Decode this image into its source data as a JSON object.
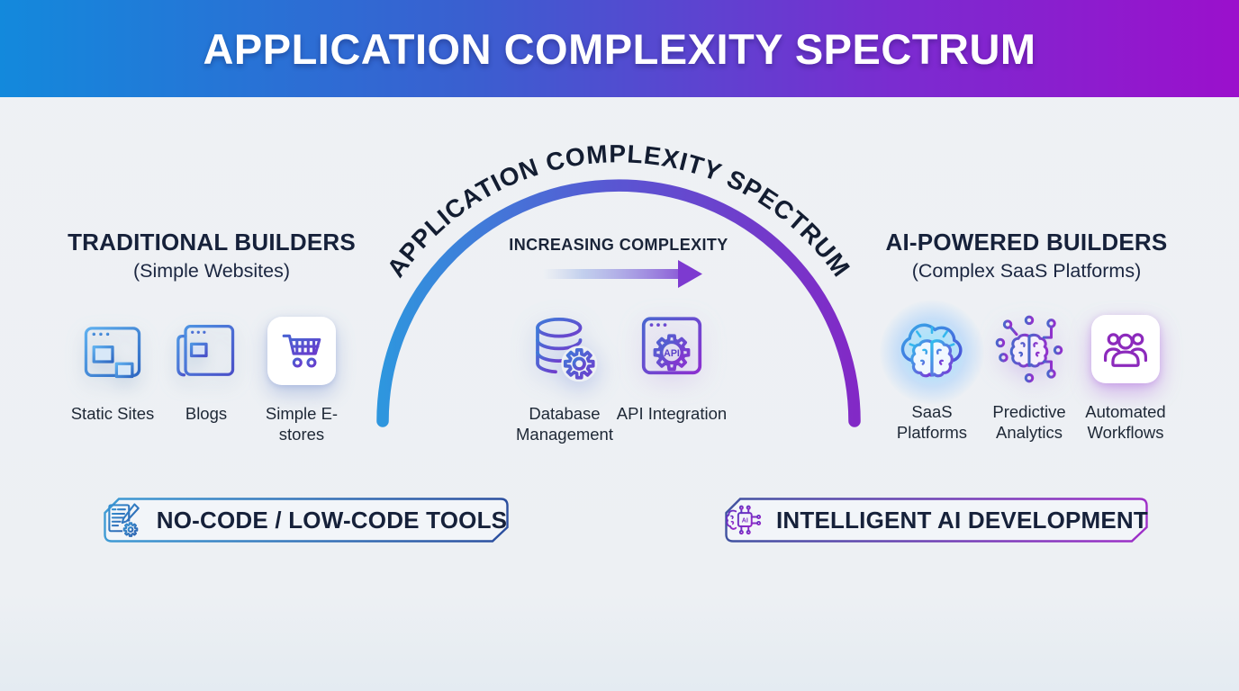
{
  "header": {
    "title": "APPLICATION COMPLEXITY SPECTRUM"
  },
  "spectrum": {
    "curved_label": "APPLICATION COMPLEXITY SPECTRUM",
    "axis_label": "INCREASING COMPLEXITY"
  },
  "traditional": {
    "title": "TRADITIONAL BUILDERS",
    "subtitle": "(Simple Websites)",
    "items": [
      {
        "label": "Static Sites",
        "icon": "browser-window-icon"
      },
      {
        "label": "Blogs",
        "icon": "newspaper-icon"
      },
      {
        "label": "Simple E-stores",
        "icon": "shopping-cart-icon"
      }
    ]
  },
  "middle": {
    "items": [
      {
        "label": "Database Management",
        "icon": "database-gear-icon"
      },
      {
        "label": "API Integration",
        "icon": "api-browser-gear-icon",
        "icon_text": "API"
      }
    ]
  },
  "ai": {
    "title": "AI-POWERED BUILDERS",
    "subtitle": "(Complex SaaS Platforms)",
    "items": [
      {
        "label": "SaaS Platforms",
        "icon": "cloud-brain-icon"
      },
      {
        "label": "Predictive Analytics",
        "icon": "brain-network-icon"
      },
      {
        "label": "Automated Workflows",
        "icon": "people-group-icon"
      }
    ]
  },
  "badges": {
    "left": {
      "label": "NO-CODE / LOW-CODE TOOLS",
      "icon": "document-edit-gear-icon"
    },
    "right": {
      "label": "INTELLIGENT AI DEVELOPMENT",
      "icon": "ai-chip-brain-icon",
      "icon_text": "AI"
    }
  },
  "colors": {
    "header_gradient_start": "#1389dc",
    "header_gradient_end": "#9b10cc",
    "background": "#eef0f4",
    "arc_gradient_start": "#2e96de",
    "arc_gradient_end": "#8229c6",
    "arrow_purple": "#7d3ad0",
    "dark_text": "#16213a"
  }
}
